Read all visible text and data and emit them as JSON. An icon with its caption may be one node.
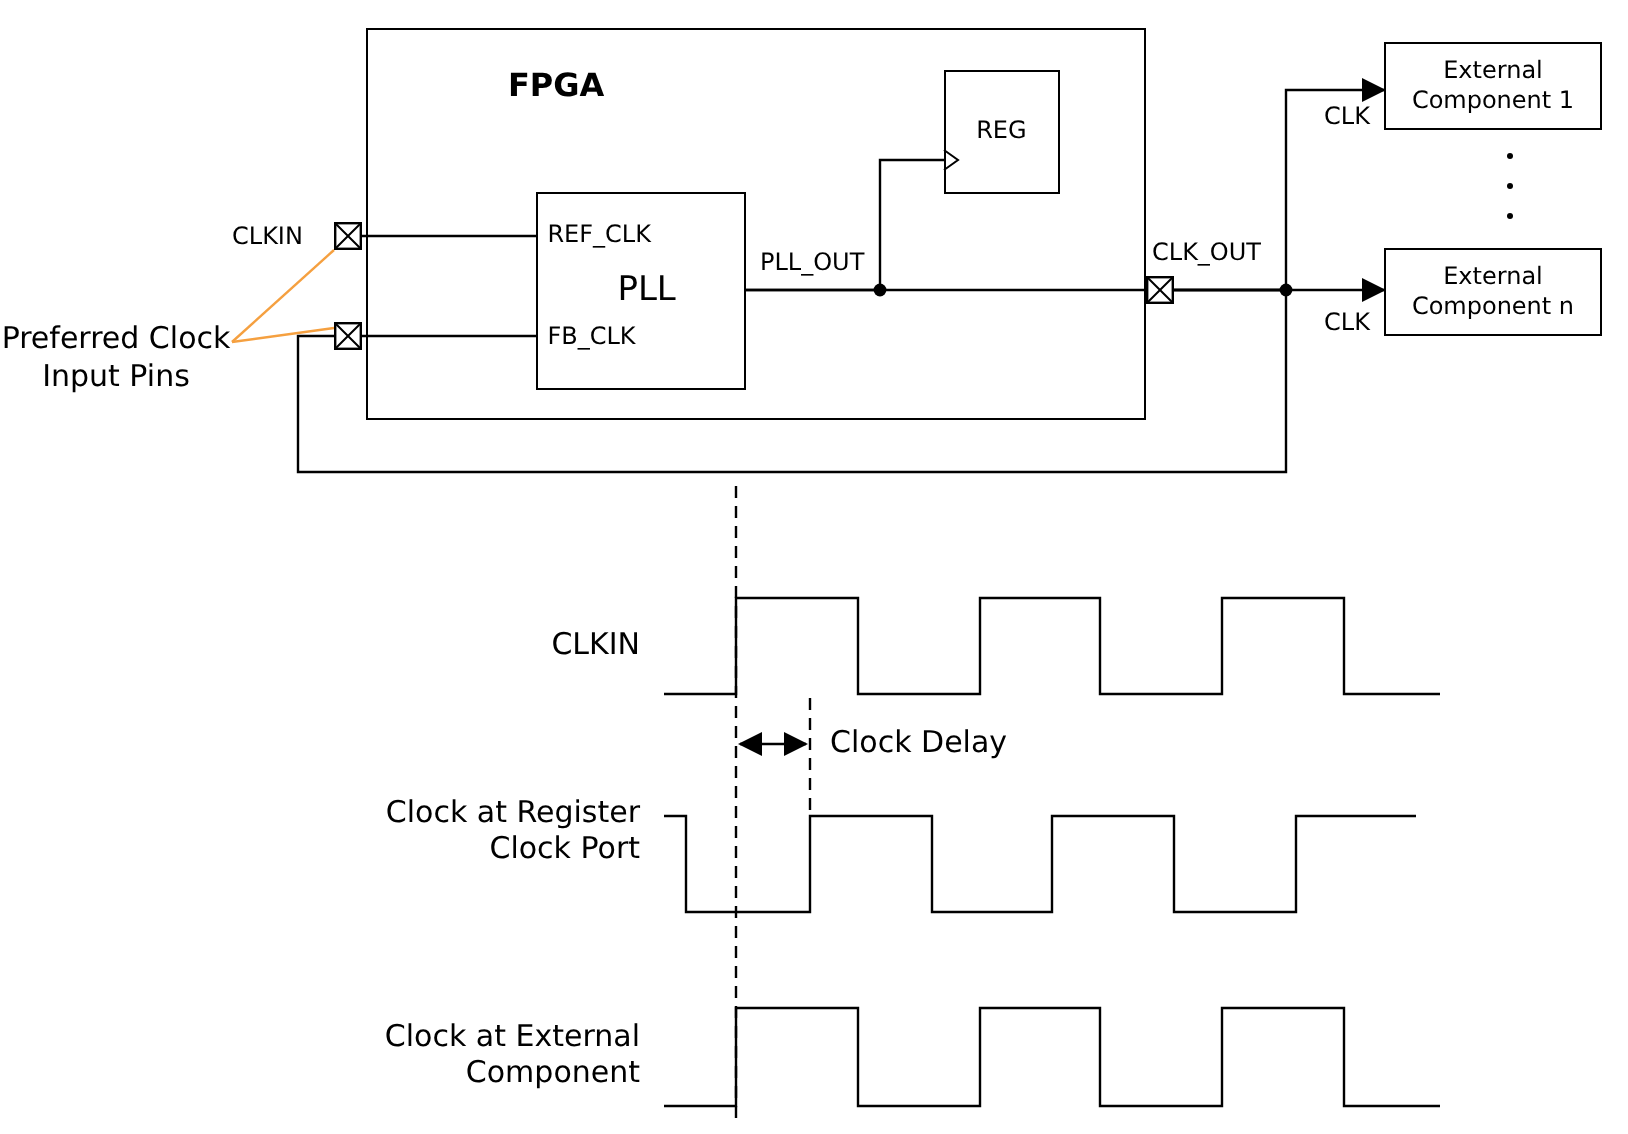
{
  "diagram": {
    "nodes": [
      {
        "text": [
          "FPGA"
        ]
      },
      {
        "text": [
          "REG"
        ],
        "in": 0
      },
      {
        "text": [
          "REF_CLK",
          "PLL",
          "FB_CLK"
        ],
        "in": 0
      },
      {
        "text": [],
        "shape": "box",
        "beside": [
          "CLKIN"
        ]
      },
      {
        "text": [],
        "shape": "box"
      },
      {
        "text": [],
        "shape": "box",
        "beside": [
          "CLK_OUT"
        ]
      },
      {
        "text": [
          "External Component 1"
        ],
        "beside": [
          "CLK"
        ]
      },
      {
        "text": [
          "External Component n"
        ],
        "beside": [
          "CLK"
        ]
      },
      {
        "text": [
          "Preferred Clock Input Pins"
        ]
      }
    ],
    "edges": [
      {
        "from": 3,
        "to": 2,
        "arrow": "none"
      },
      {
        "from": 4,
        "to": 2,
        "arrow": "none"
      },
      {
        "from": 2,
        "to": 1,
        "arrow": "to"
      },
      {
        "from": 2,
        "to": 5,
        "arrow": "none",
        "label": "PLL_OUT"
      },
      {
        "from": 5,
        "to": 6,
        "arrow": "to"
      },
      {
        "from": 5,
        "to": 7,
        "arrow": "to"
      },
      {
        "from": 5,
        "to": 4,
        "arrow": "none"
      },
      {
        "from": 8,
        "to": 3,
        "arrow": "none",
        "color": "#f5a040"
      },
      {
        "from": 8,
        "to": 4,
        "arrow": "none",
        "color": "#f5a040"
      }
    ],
    "labels": [
      "CLKIN",
      "Clock Delay",
      "Clock at Register Clock Port",
      "Clock at External Component"
    ]
  }
}
